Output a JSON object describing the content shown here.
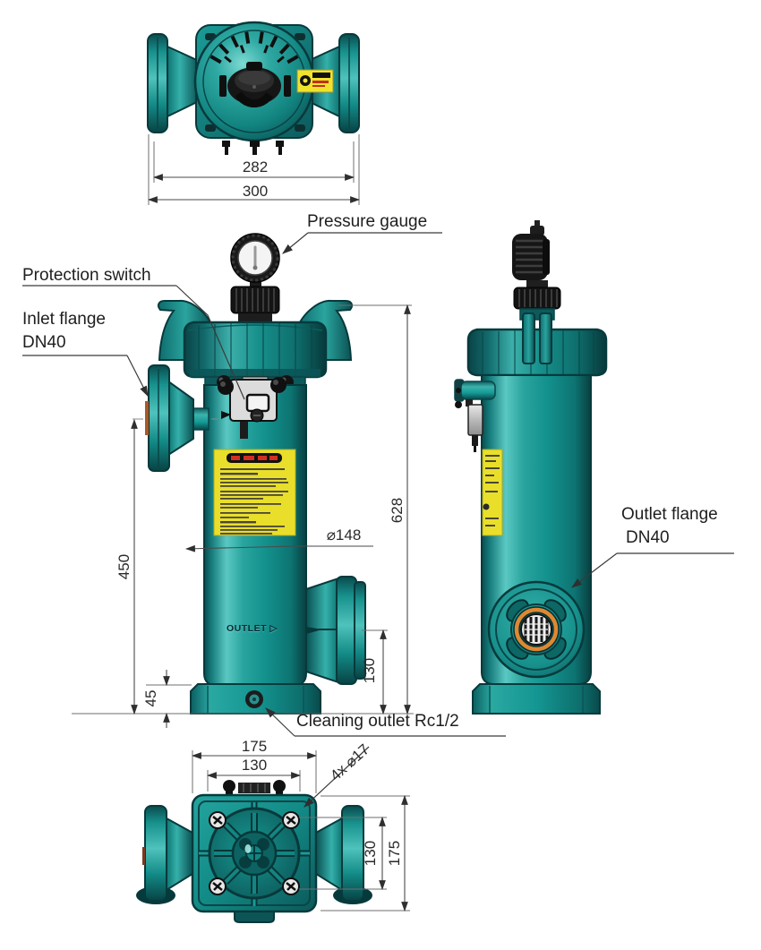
{
  "annotations": {
    "pressure_gauge": "Pressure gauge",
    "protection_switch": "Protection switch",
    "inlet_flange_l1": "Inlet flange",
    "inlet_flange_l2": "DN40",
    "outlet_flange_l1": "Outlet flange",
    "outlet_flange_l2": "DN40",
    "cleaning_outlet": "Cleaning outlet Rc1/2",
    "outlet_marking": "OUTLET ▷"
  },
  "dimensions": {
    "top": {
      "bolt_spacing": "282",
      "overall_width": "300"
    },
    "front": {
      "overall_height": "628",
      "inlet_to_base": "450",
      "body_diameter": "⌀148",
      "outlet_to_base": "130",
      "base_height": "45"
    },
    "bottom": {
      "base_width": "175",
      "bolt_spacing_w": "130",
      "bolt_holes": "4x ⌀17",
      "bolt_spacing_d": "130",
      "base_depth": "175"
    }
  },
  "colors": {
    "teal_highlight": "#5ecdc7",
    "teal_mid": "#17918d",
    "teal_dark": "#0d6765",
    "teal_edge": "#073a3c",
    "label_yellow": "#e9df2b",
    "gasket_orange": "#dd8833",
    "hardware_black": "#151515",
    "line_gray": "#4a4a4a"
  }
}
